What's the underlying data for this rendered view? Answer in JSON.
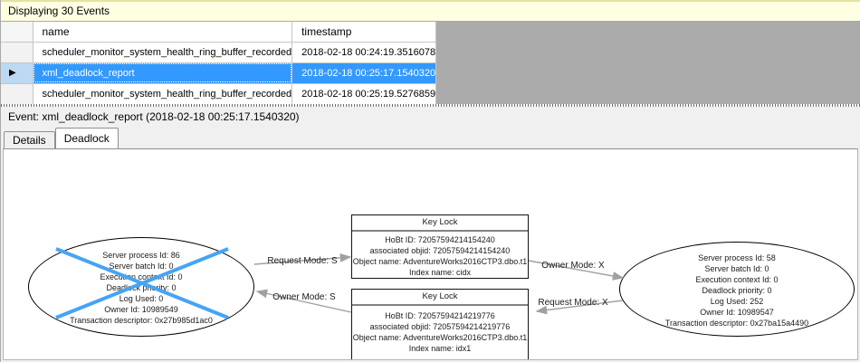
{
  "colors": {
    "sel": "#3399ff",
    "cross": "#46a4f4",
    "infobg": "#ffffe1",
    "backdrop": "#ababab",
    "arrow": "#a0a0a0"
  },
  "infobar": {
    "text": "Displaying 30 Events"
  },
  "table": {
    "columns": [
      "name",
      "timestamp"
    ],
    "rows": [
      {
        "name": "scheduler_monitor_system_health_ring_buffer_recorded",
        "timestamp": "2018-02-18 00:24:19.3516078"
      },
      {
        "name": "xml_deadlock_report",
        "timestamp": "2018-02-18 00:25:17.1540320"
      },
      {
        "name": "scheduler_monitor_system_health_ring_buffer_recorded",
        "timestamp": "2018-02-18 00:25:19.5276859"
      }
    ],
    "selected_row_index": 1,
    "row_marker": "▶"
  },
  "eventbar": {
    "text": "Event: xml_deadlock_report (2018-02-18 00:25:17.1540320)"
  },
  "tabs": [
    {
      "label": "Details"
    },
    {
      "label": "Deadlock"
    }
  ],
  "graph": {
    "process_victim": {
      "lines": [
        "Server process Id: 86",
        "Server batch Id: 0",
        "Execution context Id: 0",
        "Deadlock priority: 0",
        "Log Used: 0",
        "Owner Id: 10989549",
        "Transaction descriptor: 0x27b985d1ac0"
      ]
    },
    "process_other": {
      "lines": [
        "Server process Id: 58",
        "Server batch Id: 0",
        "Execution context Id: 0",
        "Deadlock priority: 0",
        "Log Used: 252",
        "Owner Id: 10989547",
        "Transaction descriptor: 0x27ba15a4490"
      ]
    },
    "resource_top": {
      "title": "Key Lock",
      "lines": [
        "HoBt ID: 72057594214154240",
        "associated objid: 72057594214154240",
        "Object name: AdventureWorks2016CTP3.dbo.t1",
        "Index name: cidx"
      ]
    },
    "resource_bottom": {
      "title": "Key Lock",
      "lines": [
        "HoBt ID: 72057594214219776",
        "associated objid: 72057594214219776",
        "Object name: AdventureWorks2016CTP3.dbo.t1",
        "Index name: idx1"
      ]
    },
    "edges": [
      {
        "label": "Request Mode: S"
      },
      {
        "label": "Owner Mode: S"
      },
      {
        "label": "Owner Mode: X"
      },
      {
        "label": "Request Mode: X"
      }
    ]
  }
}
